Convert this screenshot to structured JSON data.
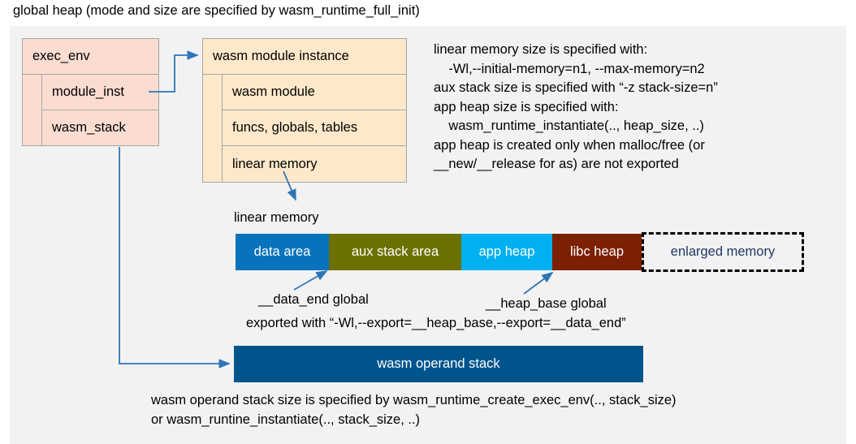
{
  "title": "global heap (mode and size are specified by wasm_runtime_full_init)",
  "colors": {
    "panel_bg": "#f2f2f2",
    "exec_env_fill": "#fbdcd0",
    "module_fill": "#fde9ca",
    "data_area": "#0873bd",
    "aux_stack_area": "#6b7000",
    "app_heap": "#00b0f0",
    "libc_heap": "#7b2003",
    "operand_stack": "#00548c",
    "connector": "#2e75b6",
    "enlarged_memory_text": "#1f3864"
  },
  "exec_env": {
    "header": "exec_env",
    "fields": [
      {
        "label": "module_inst"
      },
      {
        "label": "wasm_stack"
      }
    ]
  },
  "module_instance": {
    "header": "wasm module instance",
    "fields": [
      {
        "label": "wasm module"
      },
      {
        "label": "funcs, globals, tables"
      },
      {
        "label": "linear memory"
      }
    ]
  },
  "notes": {
    "memory_notes": "linear memory size is specified with:\n    -Wl,--initial-memory=n1, --max-memory=n2\naux stack size is specified with “-z stack-size=n”\napp heap size is specified with:\n    wasm_runtime_instantiate(.., heap_size, ..)\napp heap is created only when malloc/free (or\n__new/__release for as) are not exported"
  },
  "linear_memory": {
    "caption": "linear memory",
    "segments": [
      {
        "label": "data area",
        "color": "#0873bd"
      },
      {
        "label": "aux stack area",
        "color": "#6b7000"
      },
      {
        "label": "app heap",
        "color": "#00b0f0"
      },
      {
        "label": "libc heap",
        "color": "#7b2003"
      },
      {
        "label": "enlarged memory",
        "color": "#f2f2f2"
      }
    ],
    "annotations": {
      "data_end": "__data_end global",
      "heap_base": "__heap_base global",
      "export_note": "exported with “-Wl,--export=__heap_base,--export=__data_end”"
    }
  },
  "operand_stack": {
    "label": "wasm operand stack",
    "note_line1": "wasm operand stack size is specified by wasm_runtime_create_exec_env(.., stack_size)",
    "note_line2": "or wasm_runtine_instantiate(.., stack_size, ..)"
  }
}
